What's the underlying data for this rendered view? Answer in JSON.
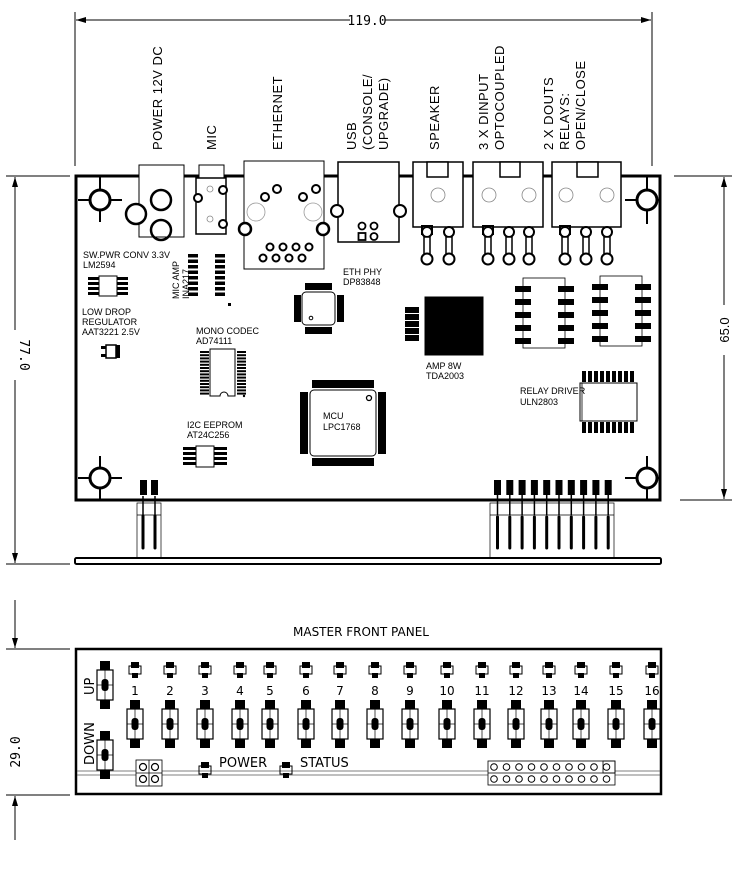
{
  "dimensions": {
    "width_top": "119.0",
    "height_left": "77.0",
    "height_right": "65.0",
    "panel_height": "29.0"
  },
  "connectors": [
    {
      "id": "power",
      "label": "POWER 12V DC"
    },
    {
      "id": "mic",
      "label": "MIC"
    },
    {
      "id": "ethernet",
      "label": "ETHERNET"
    },
    {
      "id": "usb",
      "lines": [
        "USB",
        "(CONSOLE/",
        "UPGRADE)"
      ]
    },
    {
      "id": "speaker",
      "label": "SPEAKER"
    },
    {
      "id": "dinput",
      "lines": [
        "3 X DINPUT",
        "OPTOCOUPLED"
      ]
    },
    {
      "id": "douts",
      "lines": [
        "2 X DOUTS",
        "RELAYS:",
        "OPEN/CLOSE"
      ]
    }
  ],
  "components": {
    "sw_pwr": [
      "SW.PWR CONV 3.3V",
      "LM2594"
    ],
    "mic_amp": [
      "MIC AMP",
      "INA217"
    ],
    "ldo": [
      "LOW DROP",
      "REGULATOR",
      "AAT3221 2.5V"
    ],
    "codec": [
      "MONO CODEC",
      "AD74111"
    ],
    "eeprom": [
      "I2C EEPROM",
      "AT24C256"
    ],
    "eth_phy": [
      "ETH PHY",
      "DP83848"
    ],
    "amp": [
      "AMP 8W",
      "TDA2003"
    ],
    "mcu": [
      "MCU",
      "LPC1768"
    ],
    "relay_driver": [
      "RELAY DRIVER",
      "ULN2803"
    ]
  },
  "front_panel": {
    "title": "MASTER FRONT PANEL",
    "up_label": "UP",
    "down_label": "DOWN",
    "power_label": "POWER",
    "status_label": "STATUS",
    "channels": [
      "1",
      "2",
      "3",
      "4",
      "5",
      "6",
      "7",
      "8",
      "9",
      "10",
      "11",
      "12",
      "13",
      "14",
      "15",
      "16"
    ]
  }
}
